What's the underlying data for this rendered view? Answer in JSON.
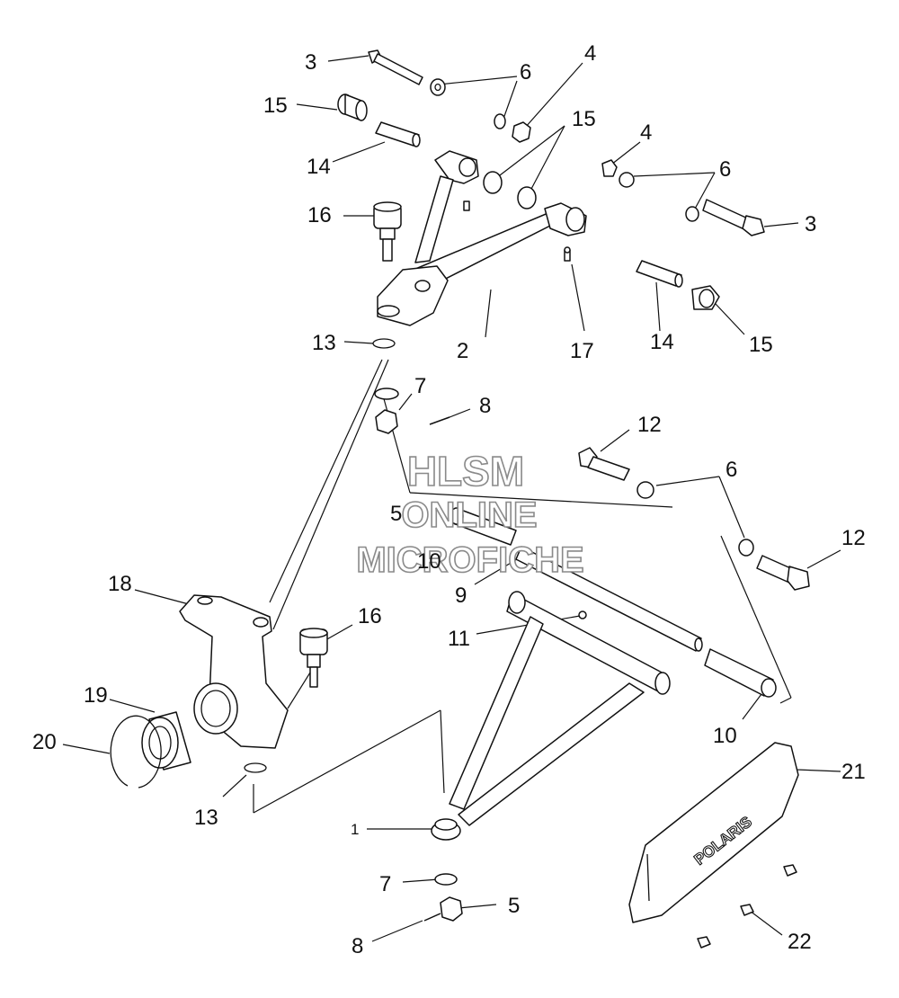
{
  "callouts": {
    "c1": "1",
    "c2": "2",
    "c3a": "3",
    "c3b": "3",
    "c4a": "4",
    "c4b": "4",
    "c5a": "5",
    "c5b": "5",
    "c6a": "6",
    "c6b": "6",
    "c6c": "6",
    "c7a": "7",
    "c7b": "7",
    "c8a": "8",
    "c8b": "8",
    "c9": "9",
    "c10a": "10",
    "c10b": "10",
    "c11": "11",
    "c12a": "12",
    "c12b": "12",
    "c13a": "13",
    "c13b": "13",
    "c14a": "14",
    "c14b": "14",
    "c15a": "15",
    "c15b": "15",
    "c15c": "15",
    "c16a": "16",
    "c16b": "16",
    "c17": "17",
    "c18": "18",
    "c19": "19",
    "c20": "20",
    "c21": "21",
    "c22": "22"
  },
  "watermark": {
    "line1": "HLSM",
    "line2": "ONLINE",
    "line3": "MICROFICHE"
  },
  "guard_logo": "POLARIS"
}
